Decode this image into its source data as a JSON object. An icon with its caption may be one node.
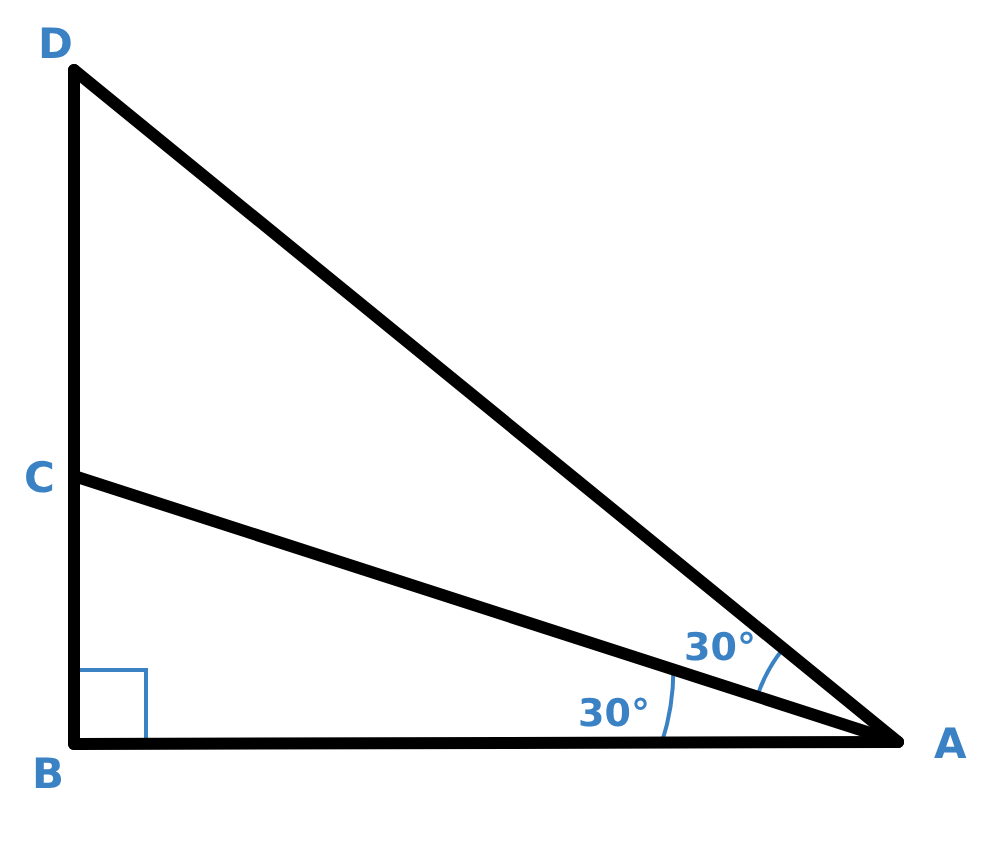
{
  "diagram": {
    "nodes": [
      {
        "text": [
          "D"
        ]
      },
      {
        "text": [
          "C"
        ]
      },
      {
        "text": [
          "B"
        ]
      },
      {
        "text": [
          "A"
        ]
      }
    ],
    "edges": [
      {
        "from": 0,
        "to": 1,
        "arrow": "none"
      },
      {
        "from": 1,
        "to": 2,
        "arrow": "none"
      },
      {
        "from": 2,
        "to": 3,
        "arrow": "none"
      },
      {
        "from": 3,
        "to": 1,
        "arrow": "none"
      },
      {
        "from": 3,
        "to": 0,
        "arrow": "none"
      }
    ],
    "labels": [
      "30°",
      "30°"
    ]
  }
}
